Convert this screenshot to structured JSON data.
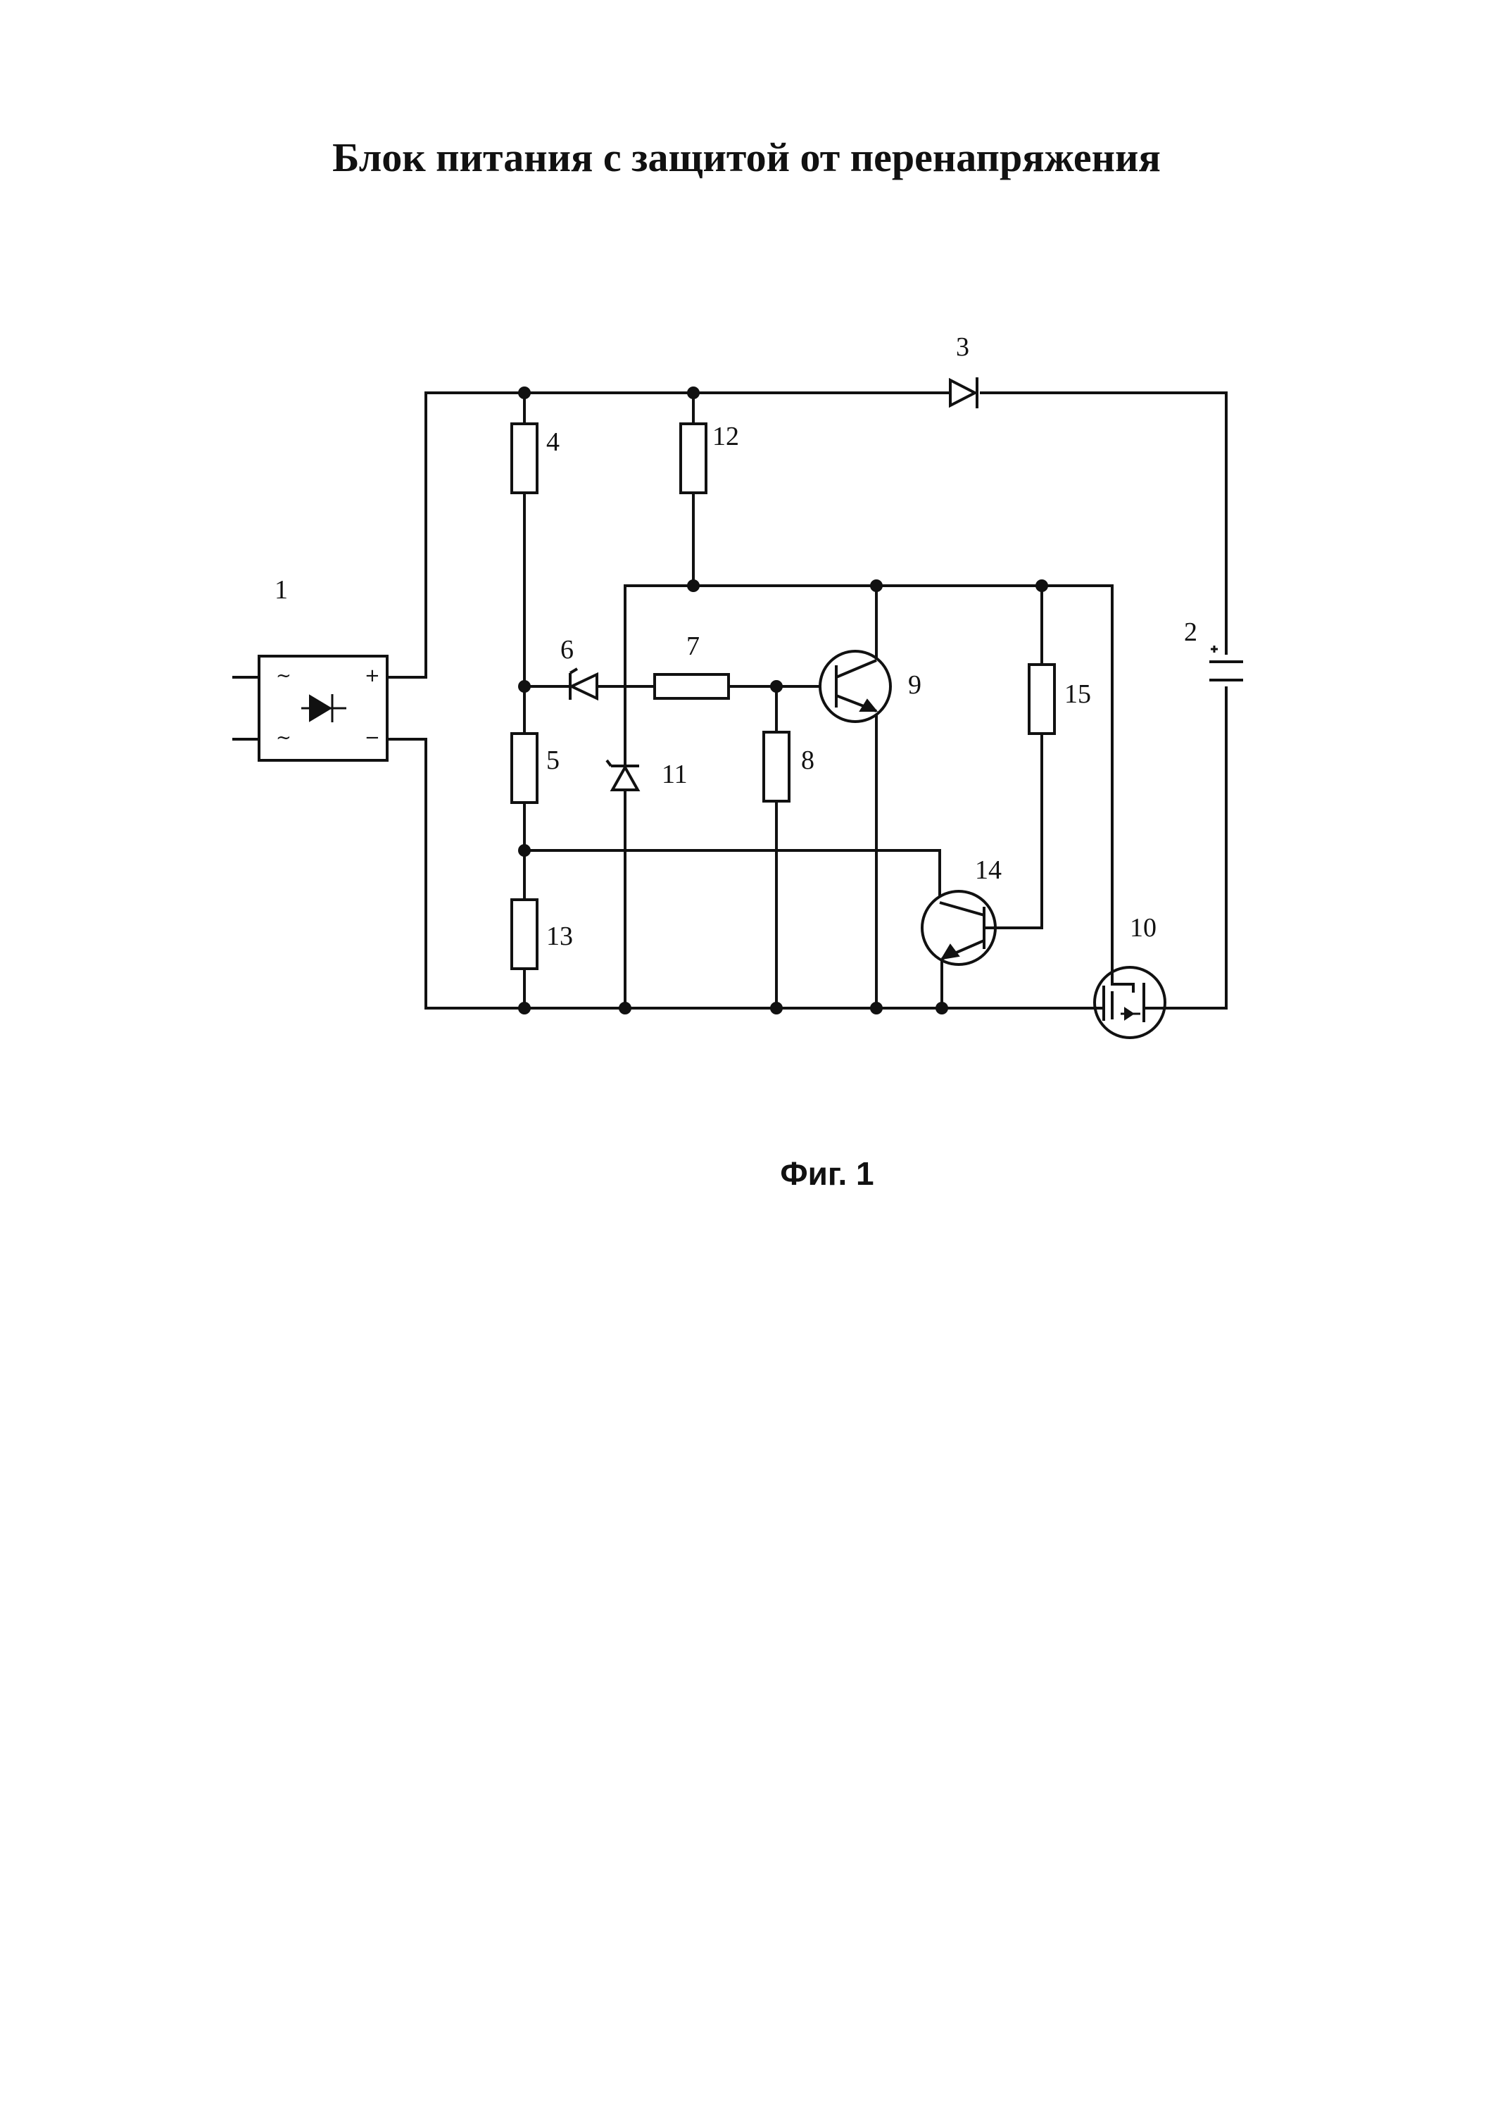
{
  "title": "Блок  питания с защитой от перенапряжения",
  "caption": "Фиг. 1",
  "labels": {
    "c1": "1",
    "c2": "2",
    "c3": "3",
    "c4": "4",
    "c5": "5",
    "c6": "6",
    "c7": "7",
    "c8": "8",
    "c9": "9",
    "c10": "10",
    "c11": "11",
    "c12": "12",
    "c13": "13",
    "c14": "14",
    "c15": "15"
  },
  "bridge_marks": {
    "ac_top": "~",
    "ac_bottom": "~",
    "plus": "+",
    "minus": "−"
  }
}
